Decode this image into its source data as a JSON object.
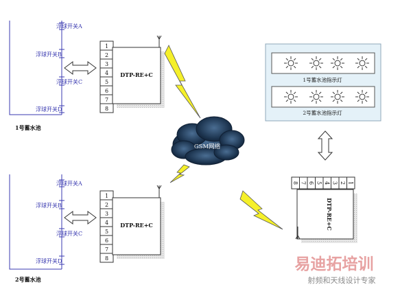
{
  "pool1": {
    "float_a": "浮球开关A",
    "float_b": "浮球开关B",
    "float_c": "浮球开关C",
    "float_d": "浮球开关D",
    "name": "1号蓄水池",
    "device": "DTP-RE+C",
    "terminals": [
      "1",
      "2",
      "3",
      "4",
      "5",
      "6",
      "7",
      "8"
    ]
  },
  "pool2": {
    "float_a": "浮球开关A",
    "float_b": "浮球开关B",
    "float_c": "浮球开关C",
    "float_d": "浮球开关D",
    "name": "2号蓄水池",
    "device": "DTP-RE+C",
    "terminals": [
      "1",
      "2",
      "3",
      "4",
      "5",
      "6",
      "7",
      "8"
    ]
  },
  "network": {
    "label": "GSM网络"
  },
  "indicator_panel": {
    "row1_label": "1号蓄水池指示灯",
    "row2_label": "2号蓄水池指示灯",
    "lamps_per_row": 4
  },
  "receiver": {
    "device": "DTP-RE+C",
    "terminals": [
      "8",
      "7",
      "6",
      "5",
      "4",
      "3",
      "2",
      "1"
    ]
  },
  "watermark": {
    "brand": "易迪拓培训",
    "slogan": "射频和天线设计专家"
  },
  "colors": {
    "line": "#3a3ab0",
    "bolt": "#f5f02a",
    "cloud": "#1d3550",
    "panel": "#e4f1f8"
  }
}
